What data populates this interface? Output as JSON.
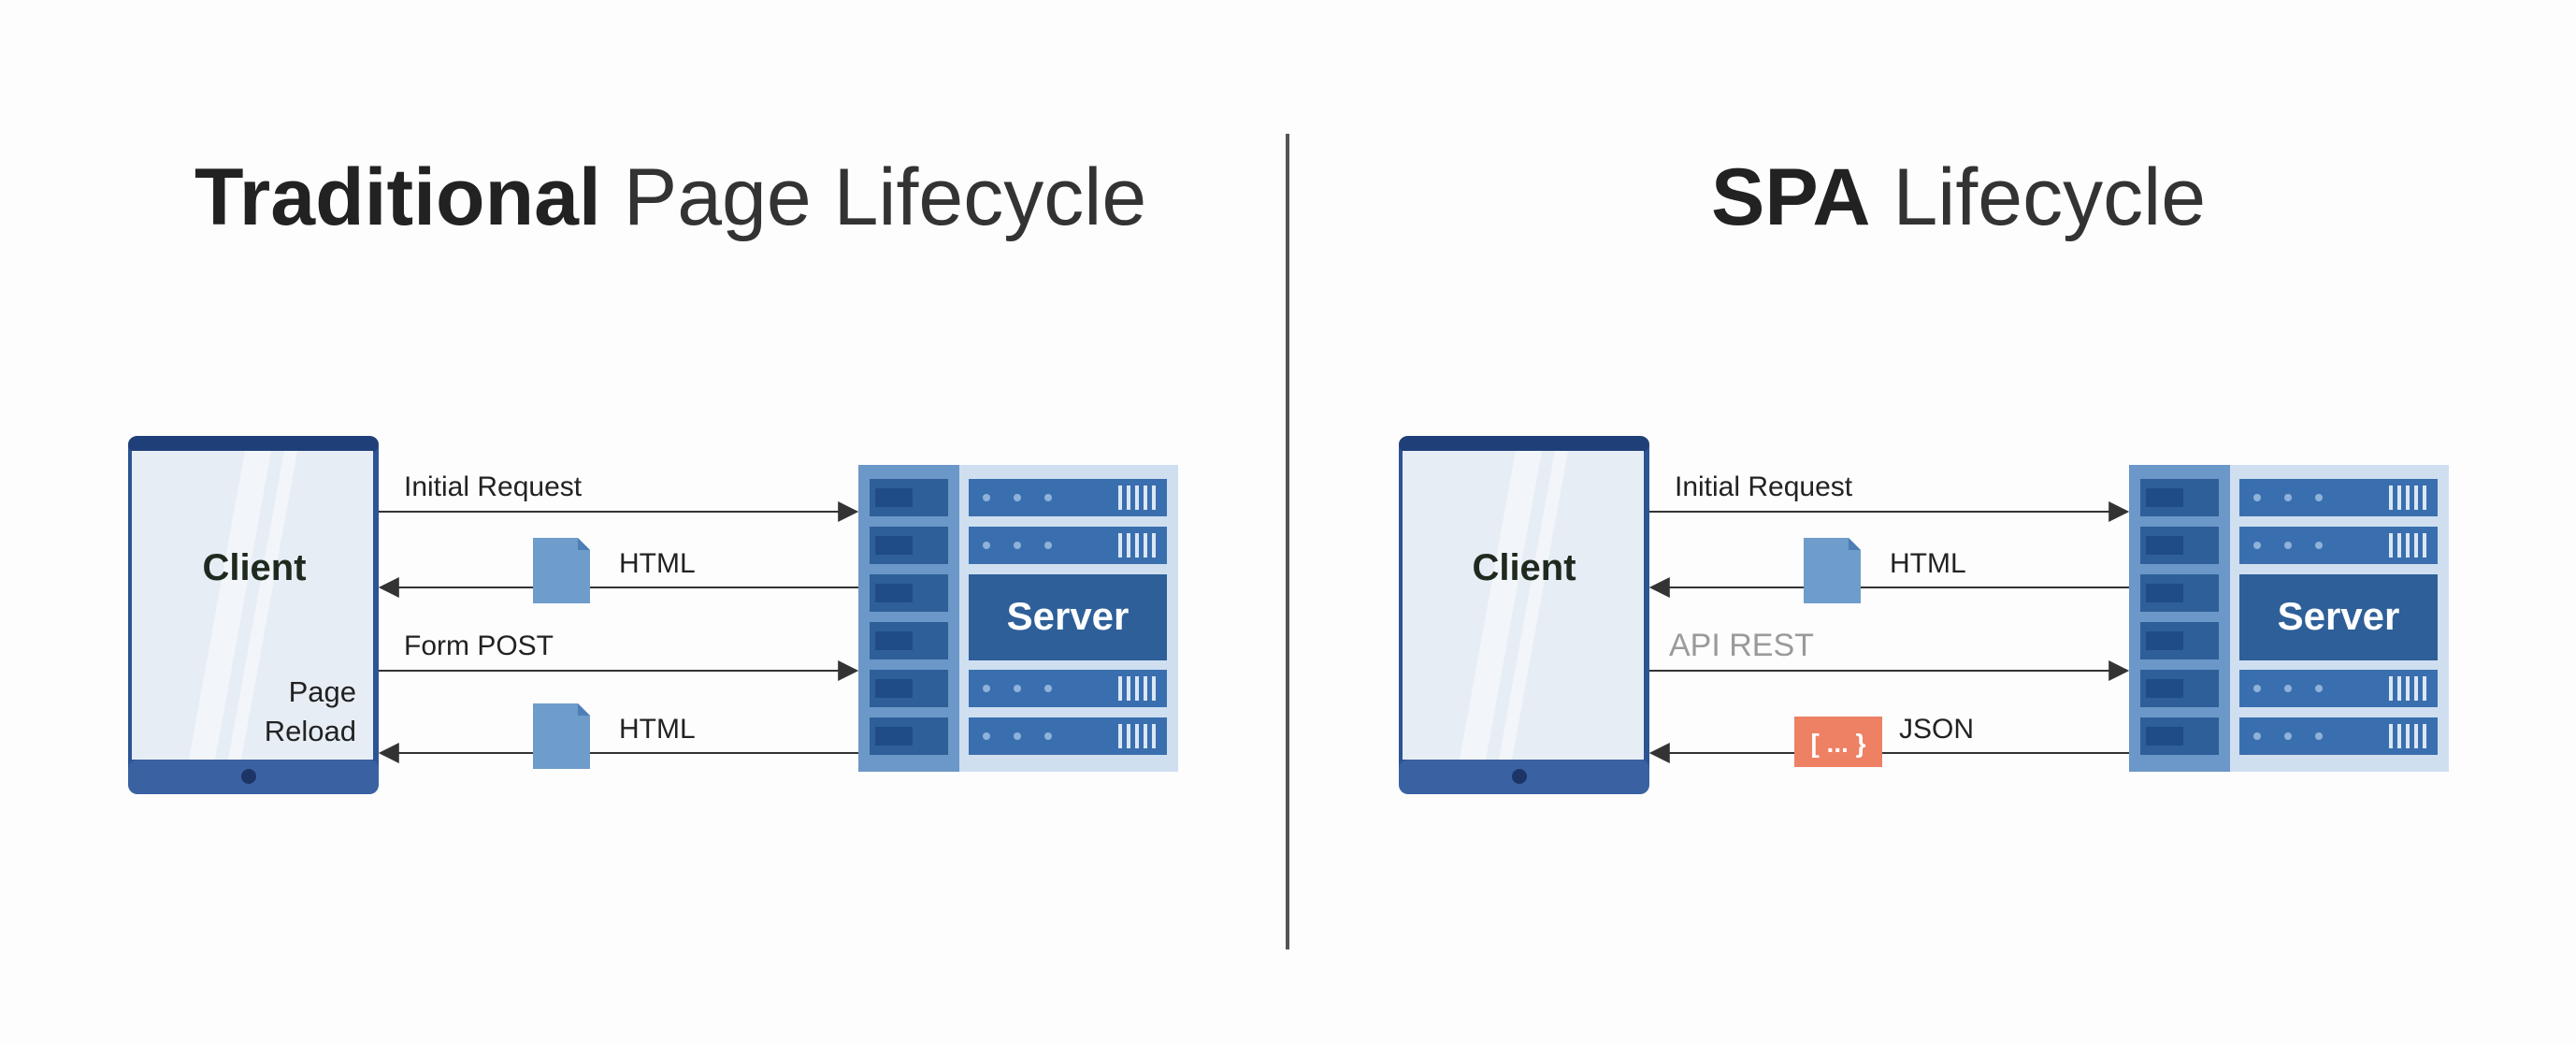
{
  "colors": {
    "background": "#fdfdfd",
    "text": "#222222",
    "arrow": "#333333",
    "tablet_frame": "#2c5494",
    "tablet_frame_dark": "#1f3f78",
    "tablet_screen": "#e6edf5",
    "server_dark": "#2e5f99",
    "server_mid": "#3a6faf",
    "server_light": "#cfdff0",
    "server_column": "#6b98c8",
    "doc_blue": "#6e9ccb",
    "json_orange": "#ee8064",
    "muted_text": "#9a9a9a",
    "divider": "#555555"
  },
  "left": {
    "title_bold": "Traditional",
    "title_light": "Page Lifecycle",
    "client_label": "Client",
    "client_note_line1": "Page",
    "client_note_line2": "Reload",
    "server_label": "Server",
    "arrow1_label": "Initial Request",
    "arrow2_label": "HTML",
    "arrow3_label": "Form POST",
    "arrow4_label": "HTML",
    "arrow2_icon": "document-icon",
    "arrow4_icon": "document-icon"
  },
  "right": {
    "title_bold": "SPA",
    "title_light": "Lifecycle",
    "client_label": "Client",
    "server_label": "Server",
    "arrow1_label": "Initial Request",
    "arrow2_label": "HTML",
    "arrow3_label": "API REST",
    "arrow4_label": "JSON",
    "arrow2_icon": "document-icon",
    "json_badge": "[ ... }"
  }
}
